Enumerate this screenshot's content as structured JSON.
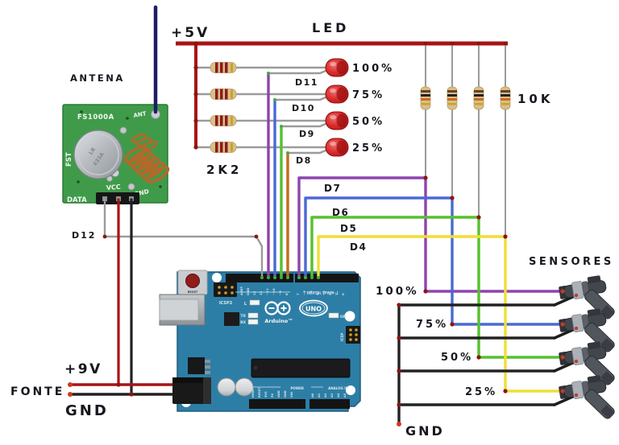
{
  "labels": {
    "plus5v": "+5V",
    "led": "LED",
    "antena": "ANTENA",
    "r2k2": "2K2",
    "r10k": "10K",
    "sensores": "SENSORES",
    "plus9v": "+9V",
    "fonte": "FONTE",
    "gnd_fonte": "GND",
    "gnd_sensores": "GND",
    "d12": "D12"
  },
  "leds": [
    {
      "pin": "D11",
      "percent": "100%"
    },
    {
      "pin": "D10",
      "percent": "75%"
    },
    {
      "pin": "D9",
      "percent": "50%"
    },
    {
      "pin": "D8",
      "percent": "25%"
    }
  ],
  "sensors": [
    {
      "pin": "D7",
      "percent": "100%"
    },
    {
      "pin": "D6",
      "percent": "75%"
    },
    {
      "pin": "D5",
      "percent": "50%"
    },
    {
      "pin": "D4",
      "percent": "25%"
    }
  ],
  "rf_module": {
    "part": "FS1000A",
    "brand": "FST",
    "ant_pin": "ANT",
    "vcc_pin": "VCC",
    "gnd_pin": "GND",
    "data_pin": "DATA",
    "resonator_line1": "LR",
    "resonator_line2": "433A"
  },
  "arduino": {
    "reset": "RESET",
    "icsp2": "ICSP2",
    "icsp": "ICSP",
    "digital_caption": "DIGITAL (PWM~)",
    "brand": "Arduino™",
    "model": "UNO",
    "led_l": "L",
    "led_tx": "TX",
    "led_rx": "RX",
    "led_on": "ON",
    "power_caption": "POWER",
    "analog_caption": "ANALOG IN",
    "digital_pins_left": [
      "AREF",
      "GND",
      "13",
      "12",
      "~11",
      "~10",
      "~9",
      "8"
    ],
    "digital_pins_right": [
      "7",
      "~6",
      "~5",
      "4",
      "~3",
      "2",
      "1",
      "0"
    ],
    "power_pins": [
      "IOREF",
      "RESET",
      "3V3",
      "5V",
      "GND",
      "GND",
      "VIN"
    ],
    "analog_pins": [
      "A0",
      "A1",
      "A2",
      "A3",
      "A4",
      "A5"
    ]
  },
  "colors": {
    "wire_red": "#a91414",
    "wire_black": "#222222",
    "wire_gray": "#9b9b9b",
    "wire_purple": "#8e44ad",
    "wire_blue": "#4a69d2",
    "wire_green": "#56c02e",
    "wire_orange": "#c06d18",
    "wire_yellow": "#f0de35",
    "wire_antenna": "#1d1d64",
    "board_blue": "#2d7ea6",
    "pcb_green": "#3f9b49",
    "junction_dot": "#8c1512",
    "endpoint_dot": "#cf3a22",
    "label_text": "#17171f"
  }
}
